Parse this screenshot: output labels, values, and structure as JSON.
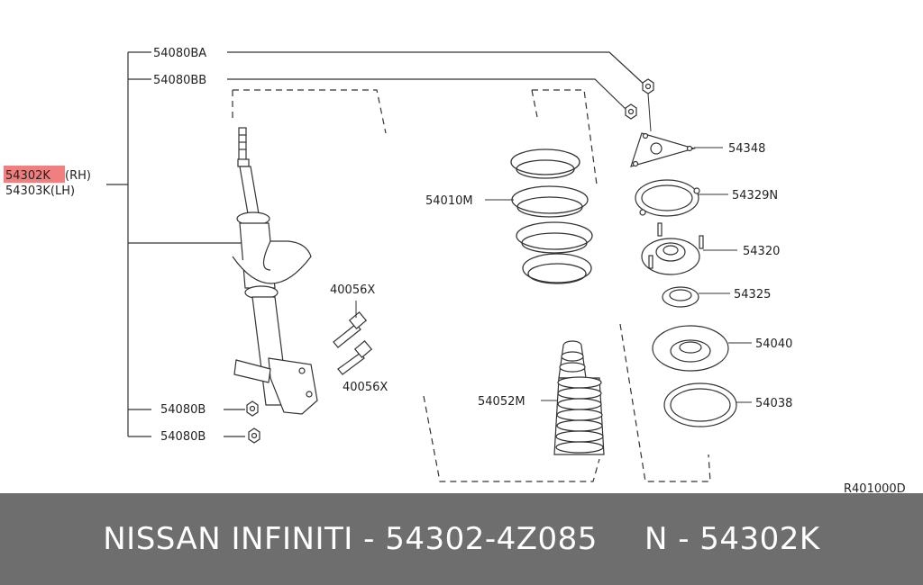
{
  "diagram": {
    "labels": {
      "p54080BA": "54080BA",
      "p54080BB": "54080BB",
      "p54302K": "54302K",
      "p54302K_side": "(RH)",
      "p54303K": "54303K(LH)",
      "p40056X_top": "40056X",
      "p40056X_bottom": "40056X",
      "p54080B_top": "54080B",
      "p54080B_bottom": "54080B",
      "p54010M": "54010M",
      "p54052M": "54052M",
      "p54348": "54348",
      "p54329N": "54329N",
      "p54320": "54320",
      "p54325": "54325",
      "p54040": "54040",
      "p54038": "54038",
      "ref": "R401000D"
    },
    "highlight_color": "#f08080",
    "line_color": "#333333"
  },
  "footer": {
    "title": "NISSAN INFINITI - 54302-4Z085",
    "code": "N - 54302K",
    "background": "#6e6e6e"
  }
}
